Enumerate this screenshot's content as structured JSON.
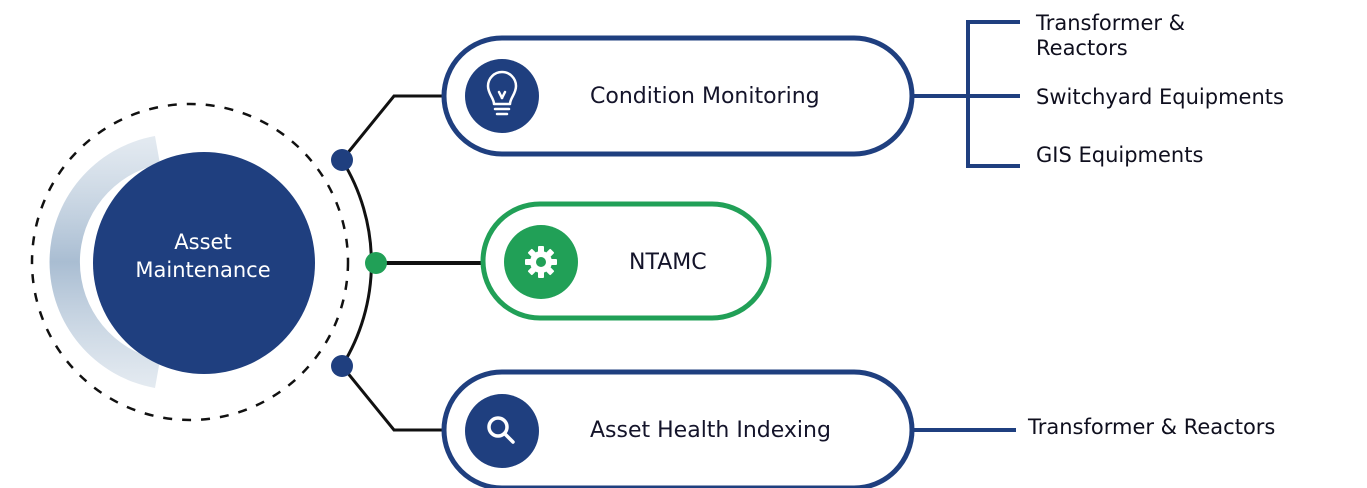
{
  "center": {
    "line1": "Asset",
    "line2": "Maintenance"
  },
  "branches": [
    {
      "label": "Condition Monitoring",
      "icon": "lightbulb-icon",
      "color": "#1f3f7f",
      "sub_items": [
        "Transformer &",
        "Reactors",
        "Switchyard Equipments",
        "GIS Equipments"
      ]
    },
    {
      "label": "NTAMC",
      "icon": "gear-icon",
      "color": "#21a057",
      "sub_items": []
    },
    {
      "label": "Asset Health Indexing",
      "icon": "magnifier-icon",
      "color": "#1f3f7f",
      "sub_items": [
        "Transformer & Reactors"
      ]
    }
  ],
  "colors": {
    "navy": "#1f3f7f",
    "green": "#21a057",
    "arc": "#b7c7d8",
    "line": "#111111"
  }
}
